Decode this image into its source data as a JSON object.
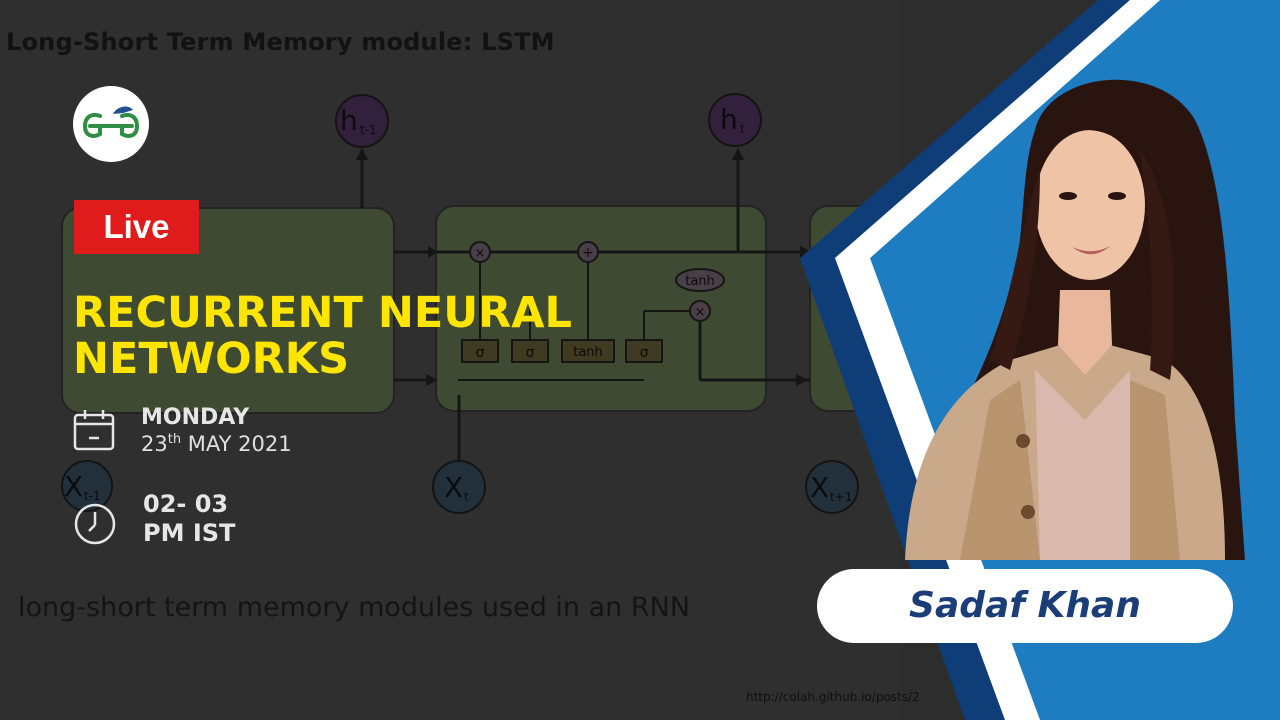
{
  "slide": {
    "title": "Long-Short Term Memory module: LSTM",
    "caption": "long-short term memory modules used in an RNN",
    "url": "http://colah.github.io/posts/2"
  },
  "diagram": {
    "h_prev": "h",
    "h_prev_sub": "t-1",
    "h_t": "h",
    "h_t_sub": "t",
    "x_prev": "X",
    "x_prev_sub": "t-1",
    "x_t": "X",
    "x_t_sub": "t",
    "x_next": "X",
    "x_next_sub": "t+1",
    "op_mult": "×",
    "op_add": "+",
    "gate_sigma": "σ",
    "gate_tanh": "tanh"
  },
  "badge": {
    "live": "Live",
    "live_color": "#e01b1b"
  },
  "headline": {
    "line1": "RECURRENT NEURAL",
    "line2": "NETWORKS",
    "color": "#ffe500"
  },
  "schedule": {
    "day": "MONDAY",
    "date_day": "23",
    "date_suffix": "th",
    "date_rest": " MAY 2021",
    "time_line1": "02- 03",
    "time_line2": "PM IST"
  },
  "presenter": {
    "name": "Sadaf Khan"
  },
  "icons": {
    "logo": "gfg-logo-icon",
    "calendar": "calendar-icon",
    "clock": "clock-icon"
  },
  "colors": {
    "panel_blue": "#1e7cc0",
    "panel_navy": "#0f3d78",
    "brand_green": "#2f8d46"
  }
}
